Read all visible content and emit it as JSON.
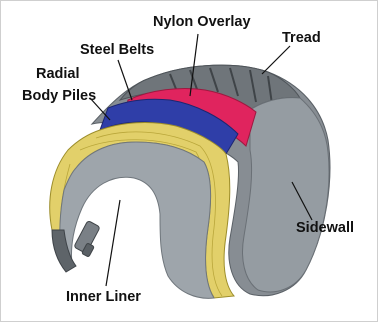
{
  "diagram": {
    "labels": {
      "nylon_overlay": "Nylon Overlay",
      "tread": "Tread",
      "steel_belts": "Steel Belts",
      "radial_body_piles_line1": "Radial",
      "radial_body_piles_line2": "Body Piles",
      "sidewall": "Sidewall",
      "inner_liner": "Inner Liner"
    },
    "colors": {
      "tread_rubber": "#6f757a",
      "sidewall_rubber": "#8c9399",
      "nylon_overlay": "#e0245e",
      "steel_belts": "#2f3ea8",
      "body_plies": "#e2d06a",
      "inner_liner": "#9ea5ab"
    }
  }
}
